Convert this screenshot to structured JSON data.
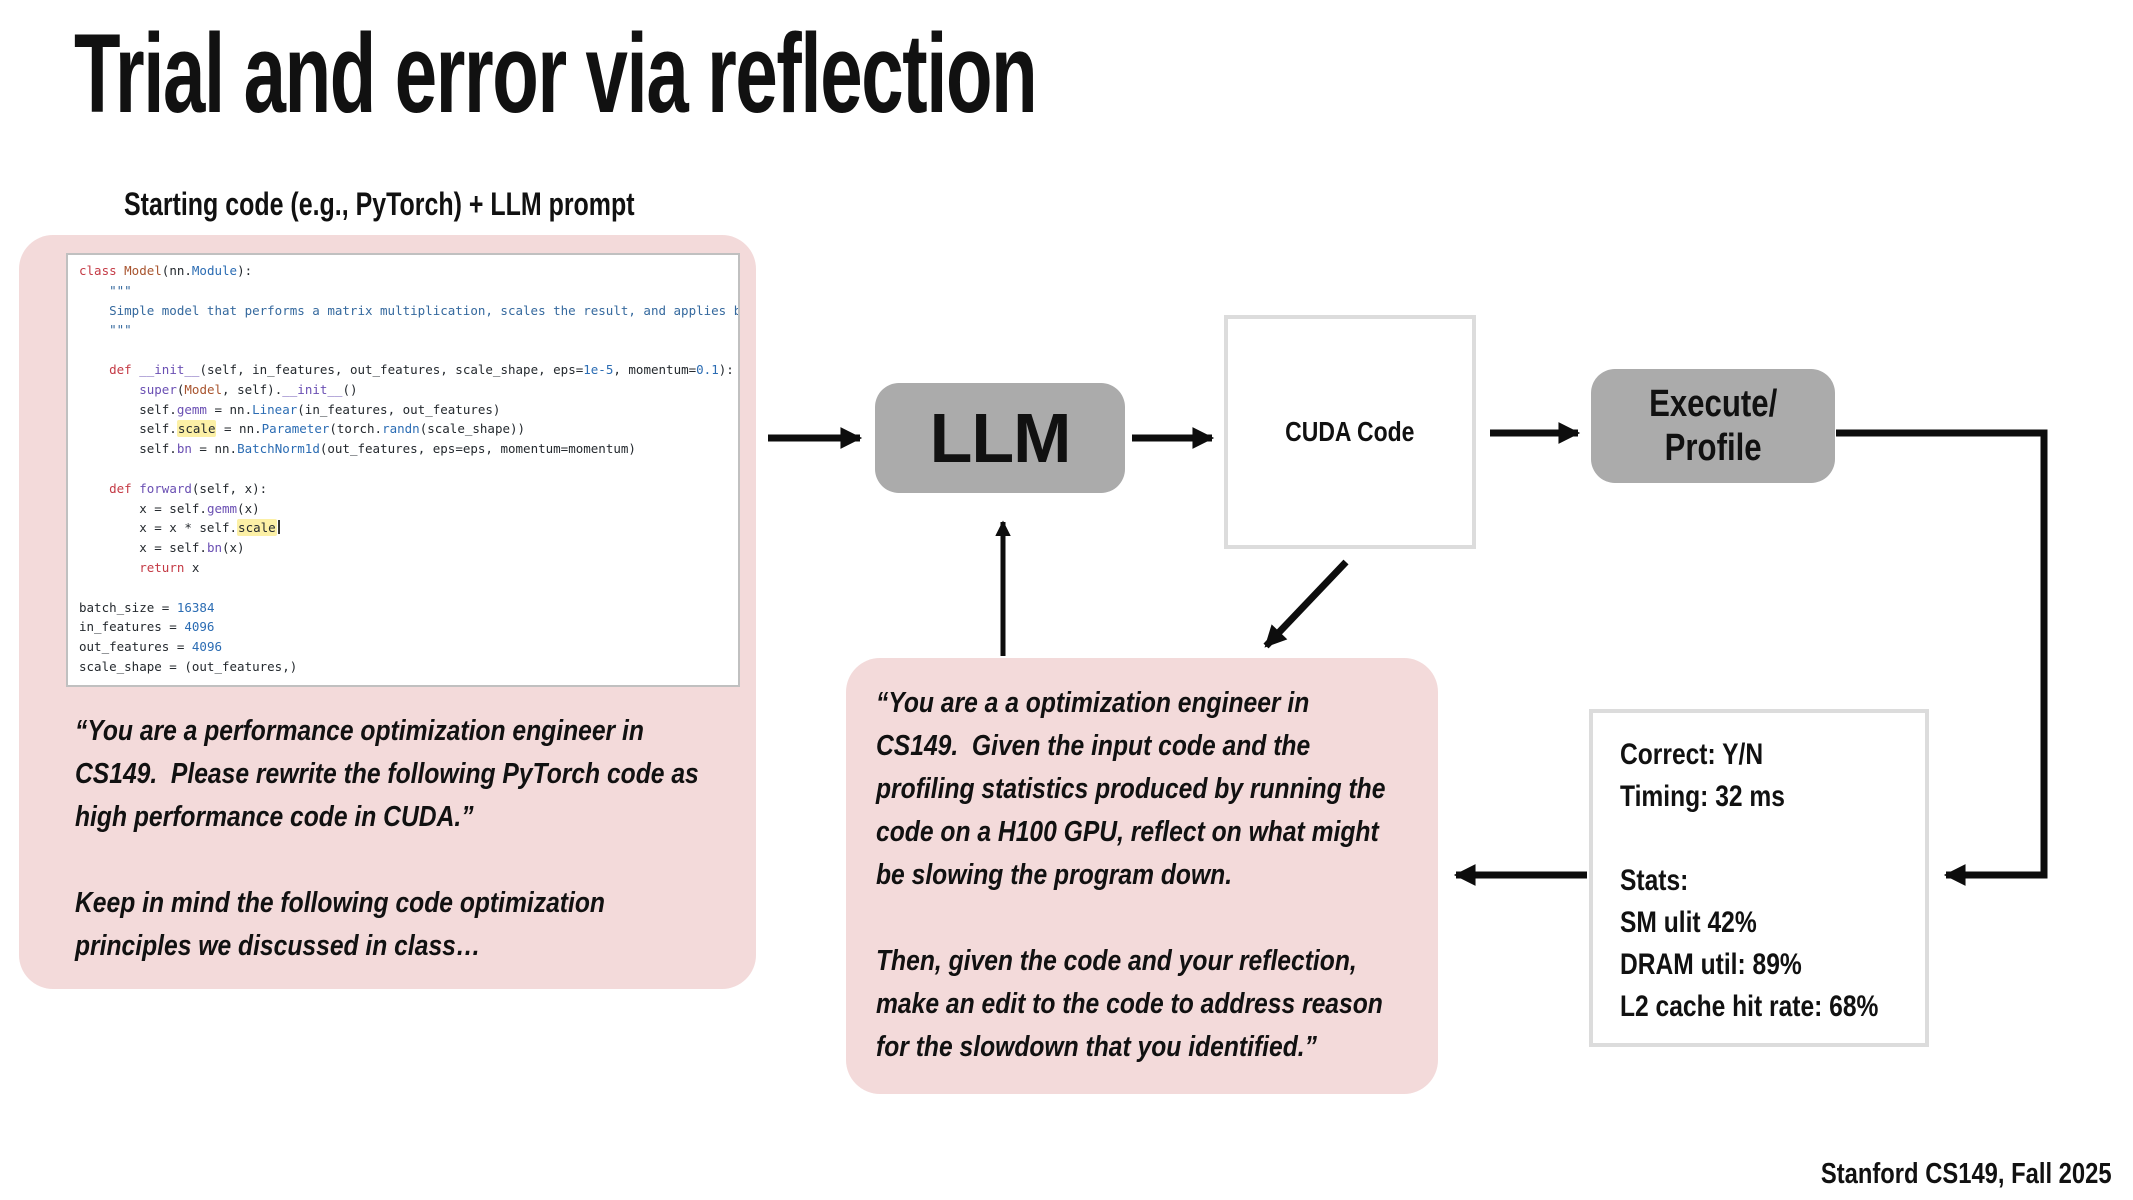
{
  "slide": {
    "title": "Trial and error via reflection",
    "code_caption": "Starting code (e.g., PyTorch) + LLM prompt",
    "footer": "Stanford CS149, Fall 2025"
  },
  "colors": {
    "pink_panel": "#f3dada",
    "gray_node": "#ababab",
    "panel_border": "#dcdcdc",
    "arrow": "#0d0d0d",
    "code_highlight": "#fcf0a6"
  },
  "code": {
    "lines": [
      [
        {
          "c": "k",
          "t": "class "
        },
        {
          "c": "cl",
          "t": "Model"
        },
        {
          "c": "p",
          "t": "(nn."
        },
        {
          "c": "b",
          "t": "Module"
        },
        {
          "c": "p",
          "t": "):"
        }
      ],
      [
        {
          "c": "s",
          "t": "    \"\"\""
        }
      ],
      [
        {
          "c": "s",
          "t": "    Simple model that performs a matrix multiplication, scales the result, and applies ba"
        }
      ],
      [
        {
          "c": "s",
          "t": "    \"\"\""
        }
      ],
      [],
      [
        {
          "c": "p",
          "t": "    "
        },
        {
          "c": "k",
          "t": "def "
        },
        {
          "c": "n",
          "t": "__init__"
        },
        {
          "c": "p",
          "t": "(self, in_features, out_features, scale_shape, eps="
        },
        {
          "c": "num",
          "t": "1e-5"
        },
        {
          "c": "p",
          "t": ", momentum="
        },
        {
          "c": "num",
          "t": "0.1"
        },
        {
          "c": "p",
          "t": "):"
        }
      ],
      [
        {
          "c": "p",
          "t": "        "
        },
        {
          "c": "n",
          "t": "super"
        },
        {
          "c": "p",
          "t": "("
        },
        {
          "c": "cl",
          "t": "Model"
        },
        {
          "c": "p",
          "t": ", self)."
        },
        {
          "c": "n",
          "t": "__init__"
        },
        {
          "c": "p",
          "t": "()"
        }
      ],
      [
        {
          "c": "p",
          "t": "        self."
        },
        {
          "c": "n",
          "t": "gemm"
        },
        {
          "c": "p",
          "t": " = nn."
        },
        {
          "c": "b",
          "t": "Linear"
        },
        {
          "c": "p",
          "t": "(in_features, out_features)"
        }
      ],
      [
        {
          "c": "p",
          "t": "        self."
        },
        {
          "c": "hl",
          "t": "scale"
        },
        {
          "c": "p",
          "t": " = nn."
        },
        {
          "c": "b",
          "t": "Parameter"
        },
        {
          "c": "p",
          "t": "(torch."
        },
        {
          "c": "b",
          "t": "randn"
        },
        {
          "c": "p",
          "t": "(scale_shape))"
        }
      ],
      [
        {
          "c": "p",
          "t": "        self."
        },
        {
          "c": "n",
          "t": "bn"
        },
        {
          "c": "p",
          "t": " = nn."
        },
        {
          "c": "b",
          "t": "BatchNorm1d"
        },
        {
          "c": "p",
          "t": "(out_features, eps=eps, momentum=momentum)"
        }
      ],
      [],
      [
        {
          "c": "p",
          "t": "    "
        },
        {
          "c": "k",
          "t": "def "
        },
        {
          "c": "n",
          "t": "forward"
        },
        {
          "c": "p",
          "t": "(self, x):"
        }
      ],
      [
        {
          "c": "p",
          "t": "        x = self."
        },
        {
          "c": "n",
          "t": "gemm"
        },
        {
          "c": "p",
          "t": "(x)"
        }
      ],
      [
        {
          "c": "p",
          "t": "        x = x * self."
        },
        {
          "c": "hl",
          "t": "scale"
        },
        {
          "c": "cur",
          "t": ""
        }
      ],
      [
        {
          "c": "p",
          "t": "        x = self."
        },
        {
          "c": "n",
          "t": "bn"
        },
        {
          "c": "p",
          "t": "(x)"
        }
      ],
      [
        {
          "c": "p",
          "t": "        "
        },
        {
          "c": "k",
          "t": "return"
        },
        {
          "c": "p",
          "t": " x"
        }
      ],
      [],
      [
        {
          "c": "p",
          "t": "batch_size = "
        },
        {
          "c": "num",
          "t": "16384"
        }
      ],
      [
        {
          "c": "p",
          "t": "in_features = "
        },
        {
          "c": "num",
          "t": "4096"
        }
      ],
      [
        {
          "c": "p",
          "t": "out_features = "
        },
        {
          "c": "num",
          "t": "4096"
        }
      ],
      [
        {
          "c": "p",
          "t": "scale_shape = (out_features,)"
        }
      ]
    ]
  },
  "prompt1": {
    "lines": [
      "“You are a performance optimization engineer in",
      "CS149.  Please rewrite the following PyTorch code as",
      "high performance code in CUDA.”",
      "",
      "Keep in mind the following code optimization",
      "principles we discussed in class…"
    ]
  },
  "prompt2": {
    "lines": [
      "“You are a a optimization engineer in",
      "CS149.  Given the input code and the",
      "profiling statistics produced by running the",
      "code on a H100 GPU, reflect on what might",
      "be slowing the program down.",
      "",
      "Then, given the code and your reflection,",
      "make an edit to the code to address reason",
      "for the slowdown that you identified.”"
    ]
  },
  "diagram": {
    "llm_label": "LLM",
    "cuda_label": "CUDA Code",
    "execute_line1": "Execute/",
    "execute_line2": "Profile",
    "stats_lines": [
      "Correct: Y/N",
      "Timing: 32 ms",
      "",
      "Stats:",
      "SM ulit 42%",
      "DRAM util: 89%",
      "L2 cache hit rate: 68%"
    ]
  }
}
